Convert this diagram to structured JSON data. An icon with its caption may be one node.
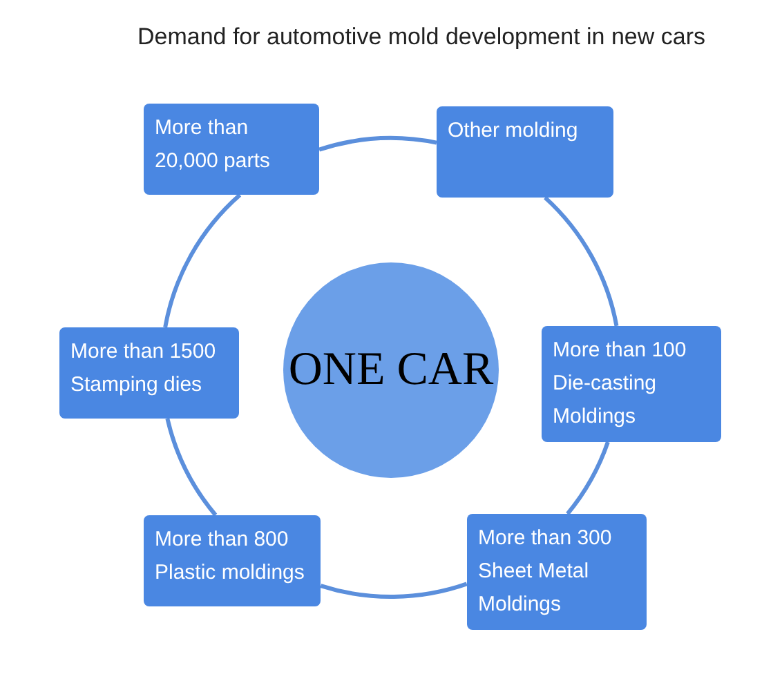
{
  "diagram": {
    "title": "Demand for automotive mold development in new cars",
    "nodes": [
      {
        "text": [
          "More than 20,000 parts"
        ]
      },
      {
        "text": [
          "Other molding"
        ]
      },
      {
        "text": [
          "More than 1500 Stamping dies"
        ]
      },
      {
        "text": [
          "ONE CAR"
        ]
      },
      {
        "text": [
          "More than 100 Die-casting Moldings"
        ]
      },
      {
        "text": [
          "More than 800 Plastic moldings"
        ]
      },
      {
        "text": [
          "More than 300 Sheet Metal Moldings"
        ]
      }
    ],
    "edges": [
      {
        "from": 0,
        "to": 1,
        "arrow": "none"
      },
      {
        "from": 1,
        "to": 4,
        "arrow": "none"
      },
      {
        "from": 4,
        "to": 6,
        "arrow": "none"
      },
      {
        "from": 6,
        "to": 5,
        "arrow": "none"
      },
      {
        "from": 5,
        "to": 2,
        "arrow": "none"
      },
      {
        "from": 2,
        "to": 0,
        "arrow": "none"
      }
    ]
  }
}
